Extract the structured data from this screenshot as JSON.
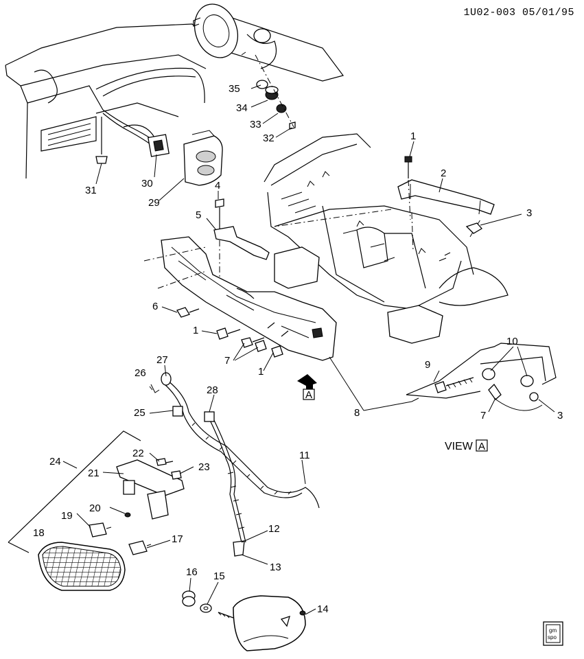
{
  "header": {
    "code": "1U02-003 05/01/95"
  },
  "view_label": {
    "text": "VIEW",
    "letter": "A"
  },
  "view_arrow_letter": "A",
  "logo": {
    "line1": "gm",
    "line2": "spo"
  },
  "callouts": [
    "1",
    "2",
    "3",
    "4",
    "5",
    "6",
    "1",
    "7",
    "1",
    "8",
    "9",
    "10",
    "7",
    "3",
    "11",
    "12",
    "13",
    "14",
    "15",
    "16",
    "17",
    "18",
    "19",
    "20",
    "21",
    "22",
    "23",
    "24",
    "25",
    "26",
    "27",
    "28",
    "29",
    "30",
    "31",
    "32",
    "33",
    "34",
    "35"
  ]
}
